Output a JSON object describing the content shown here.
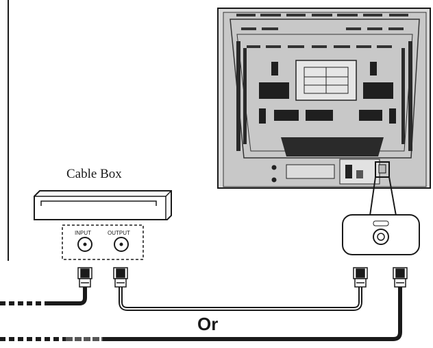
{
  "labels": {
    "cable_box": "Cable Box",
    "input": "INPUT",
    "output": "OUTPUT",
    "or": "Or"
  },
  "icons": {
    "tv_back": "tv-back-panel-icon",
    "cable_box": "cable-box-icon",
    "rf_jack": "rf-jack-icon",
    "coax_plug": "coax-plug-icon"
  },
  "colors": {
    "line": "#1a1a1a",
    "panel": "#d9d9d9",
    "tv_body": "#bdbdbd"
  }
}
